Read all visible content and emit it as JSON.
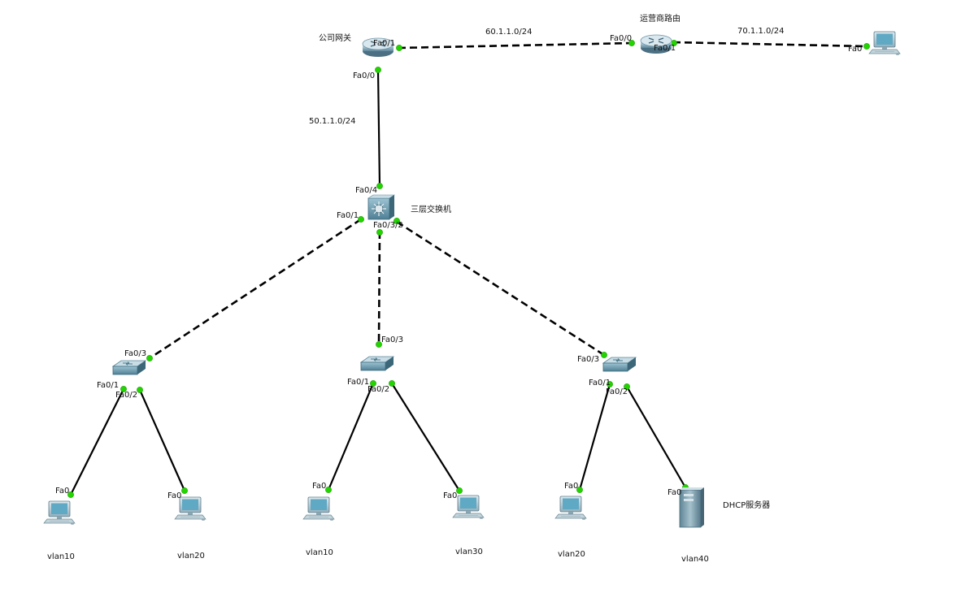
{
  "devices": {
    "gateway_router": {
      "label": "公司网关"
    },
    "isp_router": {
      "label": "运营商路由"
    },
    "l3_switch": {
      "label": "三层交换机"
    },
    "dhcp_server": {
      "label": "DHCP服务器"
    },
    "pcs": {
      "pc_internet": {
        "label": ""
      },
      "pc_left_a": {
        "label": "vlan10"
      },
      "pc_left_b": {
        "label": "vlan20"
      },
      "pc_mid_a": {
        "label": "vlan10"
      },
      "pc_mid_b": {
        "label": "vlan30"
      },
      "pc_right_a": {
        "label": "vlan20"
      },
      "server": {
        "label": "vlan40"
      }
    }
  },
  "networks": {
    "net_50": "50.1.1.0/24",
    "net_60": "60.1.1.0/24",
    "net_70": "70.1.1.0/24"
  },
  "ports": {
    "gw_fa01": "Fa0/1",
    "gw_fa00": "Fa0/0",
    "isp_fa00": "Fa0/0",
    "isp_fa01": "Fa0/1",
    "pc_internet_fa0": "Fa0",
    "l3_fa04": "Fa0/4",
    "l3_fa01": "Fa0/1",
    "l3_fa03_2": "Fa0/3/2",
    "sw1_fa03": "Fa0/3",
    "sw1_fa01": "Fa0/1",
    "sw1_fa02": "Fa0/2",
    "sw2_fa03": "Fa0/3",
    "sw2_fa01": "Fa0/1",
    "sw2_fa02": "Fa0/2",
    "sw3_fa03": "Fa0/3",
    "sw3_fa01": "Fa0/1",
    "sw3_fa02": "Fa0/2",
    "pc_left_a_fa0": "Fa0",
    "pc_left_b_fa0": "Fa0",
    "pc_mid_a_fa0": "Fa0",
    "pc_mid_b_fa0": "Fa0",
    "pc_right_a_fa0": "Fa0",
    "server_fa0": "Fa0"
  },
  "colors": {
    "link_dot": "#22d400",
    "router_body": "#8fb3c7",
    "switch_body": "#5f8fa3",
    "pc_screen": "#5fa9c4"
  }
}
